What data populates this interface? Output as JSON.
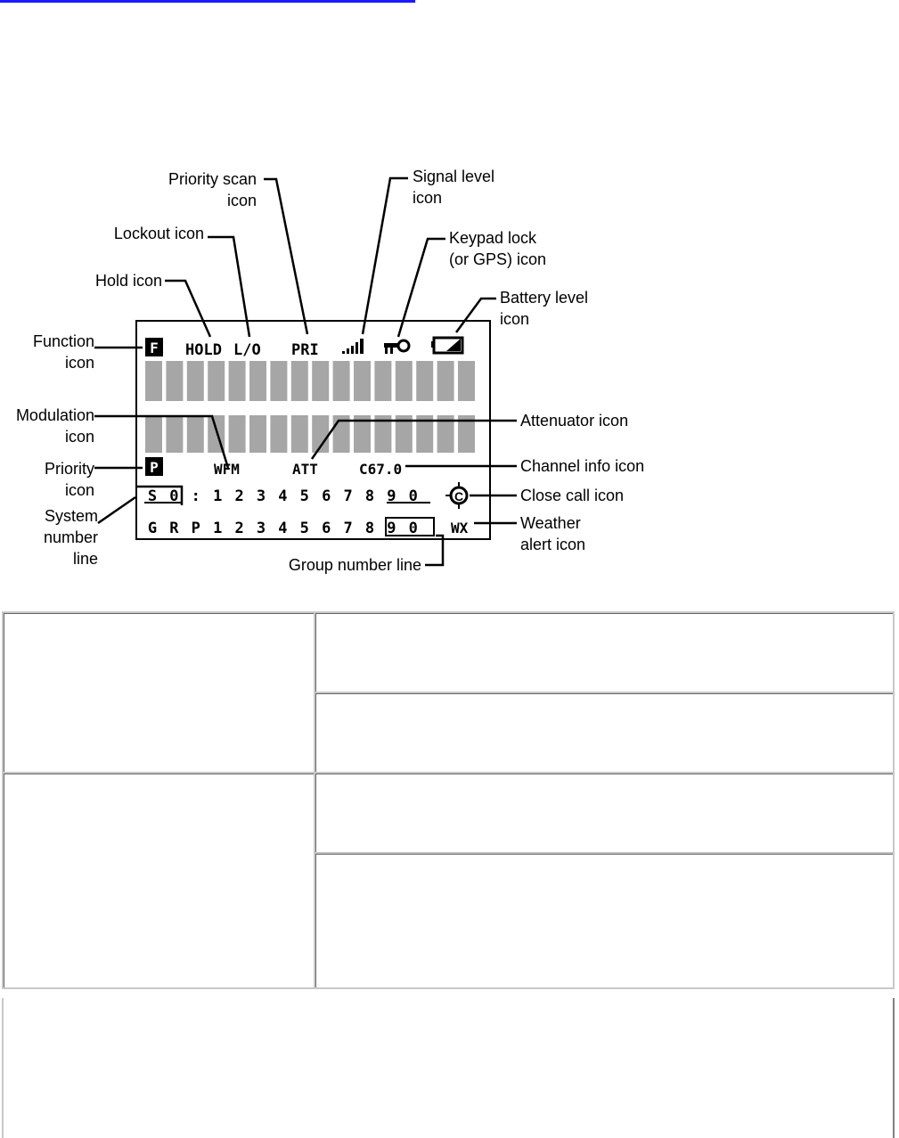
{
  "labels": {
    "priority_scan": [
      "Priority scan",
      "icon"
    ],
    "signal_level": [
      "Signal level",
      "icon"
    ],
    "lockout": [
      "Lockout icon"
    ],
    "keypad_lock": [
      "Keypad lock",
      "(or GPS) icon"
    ],
    "hold": [
      "Hold icon"
    ],
    "battery_level": [
      "Battery level",
      "icon"
    ],
    "function": [
      "Function",
      "icon"
    ],
    "modulation": [
      "Modulation",
      "icon"
    ],
    "attenuator": [
      "Attenuator icon"
    ],
    "priority": [
      "Priority",
      "icon"
    ],
    "channel_info": [
      "Channel info icon"
    ],
    "system_number": [
      "System",
      "number",
      "line"
    ],
    "close_call": [
      "Close call icon"
    ],
    "weather_alert": [
      "Weather",
      "alert icon"
    ],
    "group_number": [
      "Group number line"
    ]
  },
  "lcd": {
    "function_badge": "F",
    "hold": "HOLD",
    "lockout": "L/O",
    "priority_scan": "PRI",
    "priority_badge": "P",
    "modulation": "WFM",
    "attenuator": "ATT",
    "channel_info": "C67.0",
    "weather": "WX",
    "system_row": [
      "S",
      "0",
      ":",
      "1",
      "2",
      "3",
      "4",
      "5",
      "6",
      "7",
      "8",
      "9",
      "0"
    ],
    "group_row": [
      "G",
      "R",
      "P",
      "1",
      "2",
      "3",
      "4",
      "5",
      "6",
      "7",
      "8",
      "9",
      "0"
    ]
  },
  "icons": [
    "function-icon",
    "signal-level-icon",
    "keypad-lock-icon",
    "battery-level-icon",
    "priority-icon",
    "close-call-icon"
  ]
}
